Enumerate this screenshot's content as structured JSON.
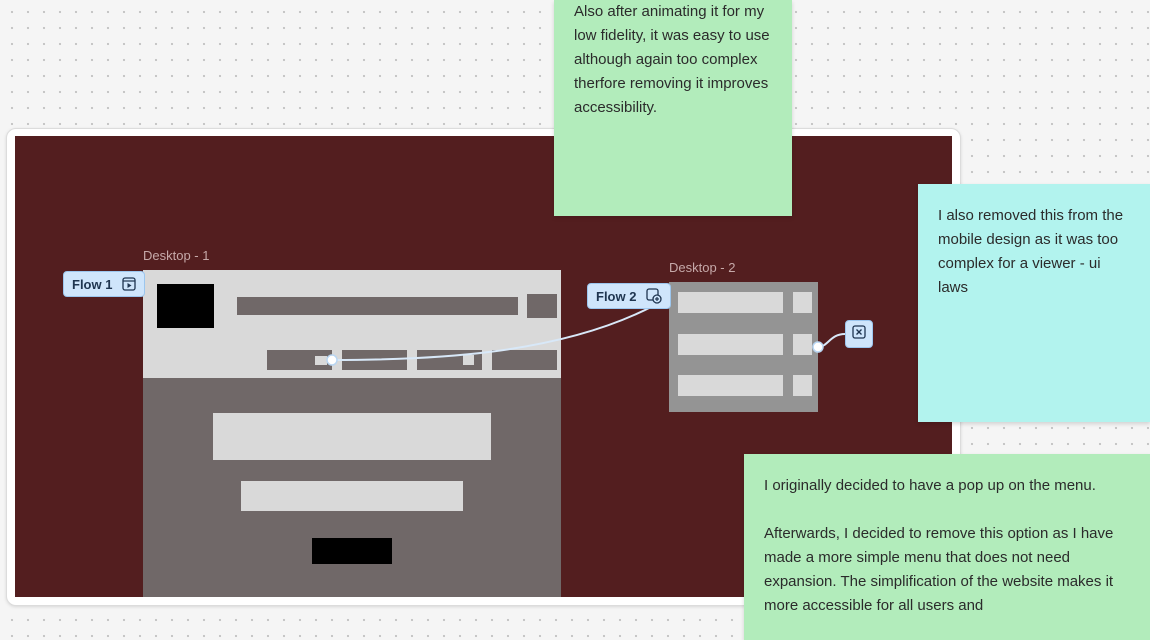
{
  "frames": {
    "desktop1": {
      "label": "Desktop - 1"
    },
    "desktop2": {
      "label": "Desktop - 2"
    }
  },
  "flows": [
    {
      "label": "Flow 1",
      "icon": "play-frame-icon"
    },
    {
      "label": "Flow 2",
      "icon": "overlay-target-icon"
    }
  ],
  "stickies": {
    "top": {
      "text": "Also after animating it for my low fidelity, it was easy to use although again too complex therfore removing it improves accessibility.",
      "color": "#b2ecbb"
    },
    "right": {
      "text": "I also removed this from the mobile design as it was too complex for a viewer - ui laws",
      "color": "#b2f3ee"
    },
    "bottom": {
      "line1": "I originally decided to have a pop up on the menu.",
      "line2": "Afterwards, I decided to remove this option as I have made a more simple menu that does not need expansion. The simplification of the website makes it more accessible for all users and",
      "color": "#b2ecbb"
    }
  },
  "colors": {
    "section_bg": "#531e1f",
    "flow_chip": "#cfe5fb",
    "connector": "#d8e8f8"
  },
  "icons": [
    "close-overlay-icon"
  ]
}
